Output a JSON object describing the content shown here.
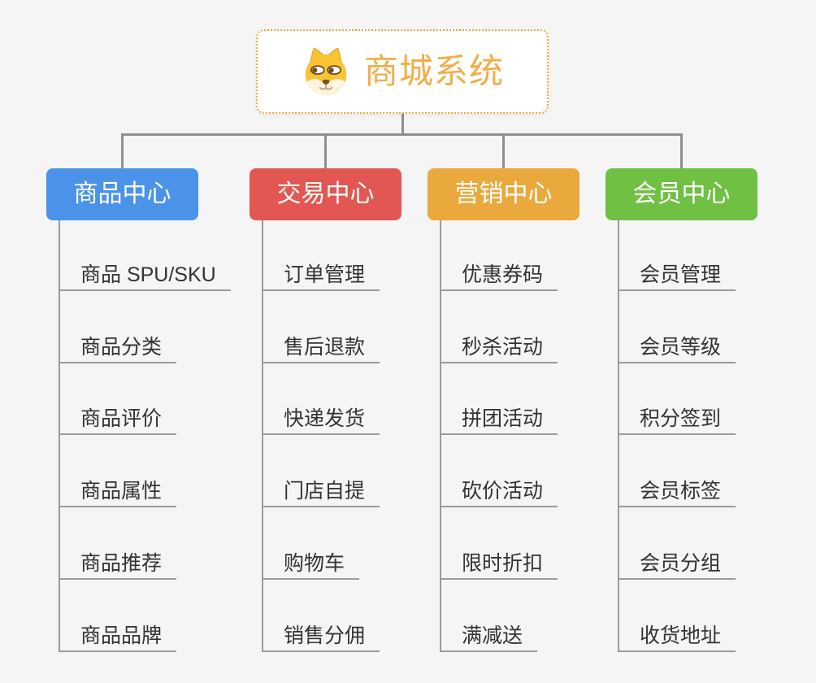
{
  "root": {
    "title": "商城系统",
    "icon": "dog-face-icon"
  },
  "branches": [
    {
      "label": "商品中心",
      "color": "#4B93E8",
      "children": [
        "商品 SPU/SKU",
        "商品分类",
        "商品评价",
        "商品属性",
        "商品推荐",
        "商品品牌"
      ]
    },
    {
      "label": "交易中心",
      "color": "#E25752",
      "children": [
        "订单管理",
        "售后退款",
        "快递发货",
        "门店自提",
        "购物车",
        "销售分佣"
      ]
    },
    {
      "label": "营销中心",
      "color": "#E9A93C",
      "children": [
        "优惠券码",
        "秒杀活动",
        "拼团活动",
        "砍价活动",
        "限时折扣",
        "满减送"
      ]
    },
    {
      "label": "会员中心",
      "color": "#6FC043",
      "children": [
        "会员管理",
        "会员等级",
        "积分签到",
        "会员标签",
        "会员分组",
        "收货地址"
      ]
    }
  ],
  "style": {
    "background": "#F5F5F5",
    "connector_color": "#8F8F8F",
    "branch_line_color": "#9B9B9B",
    "root_border_color": "#F5A83C",
    "root_text_color": "#F2AE4A",
    "child_text_color": "#333333",
    "header_text_color": "#FFFFFF"
  }
}
